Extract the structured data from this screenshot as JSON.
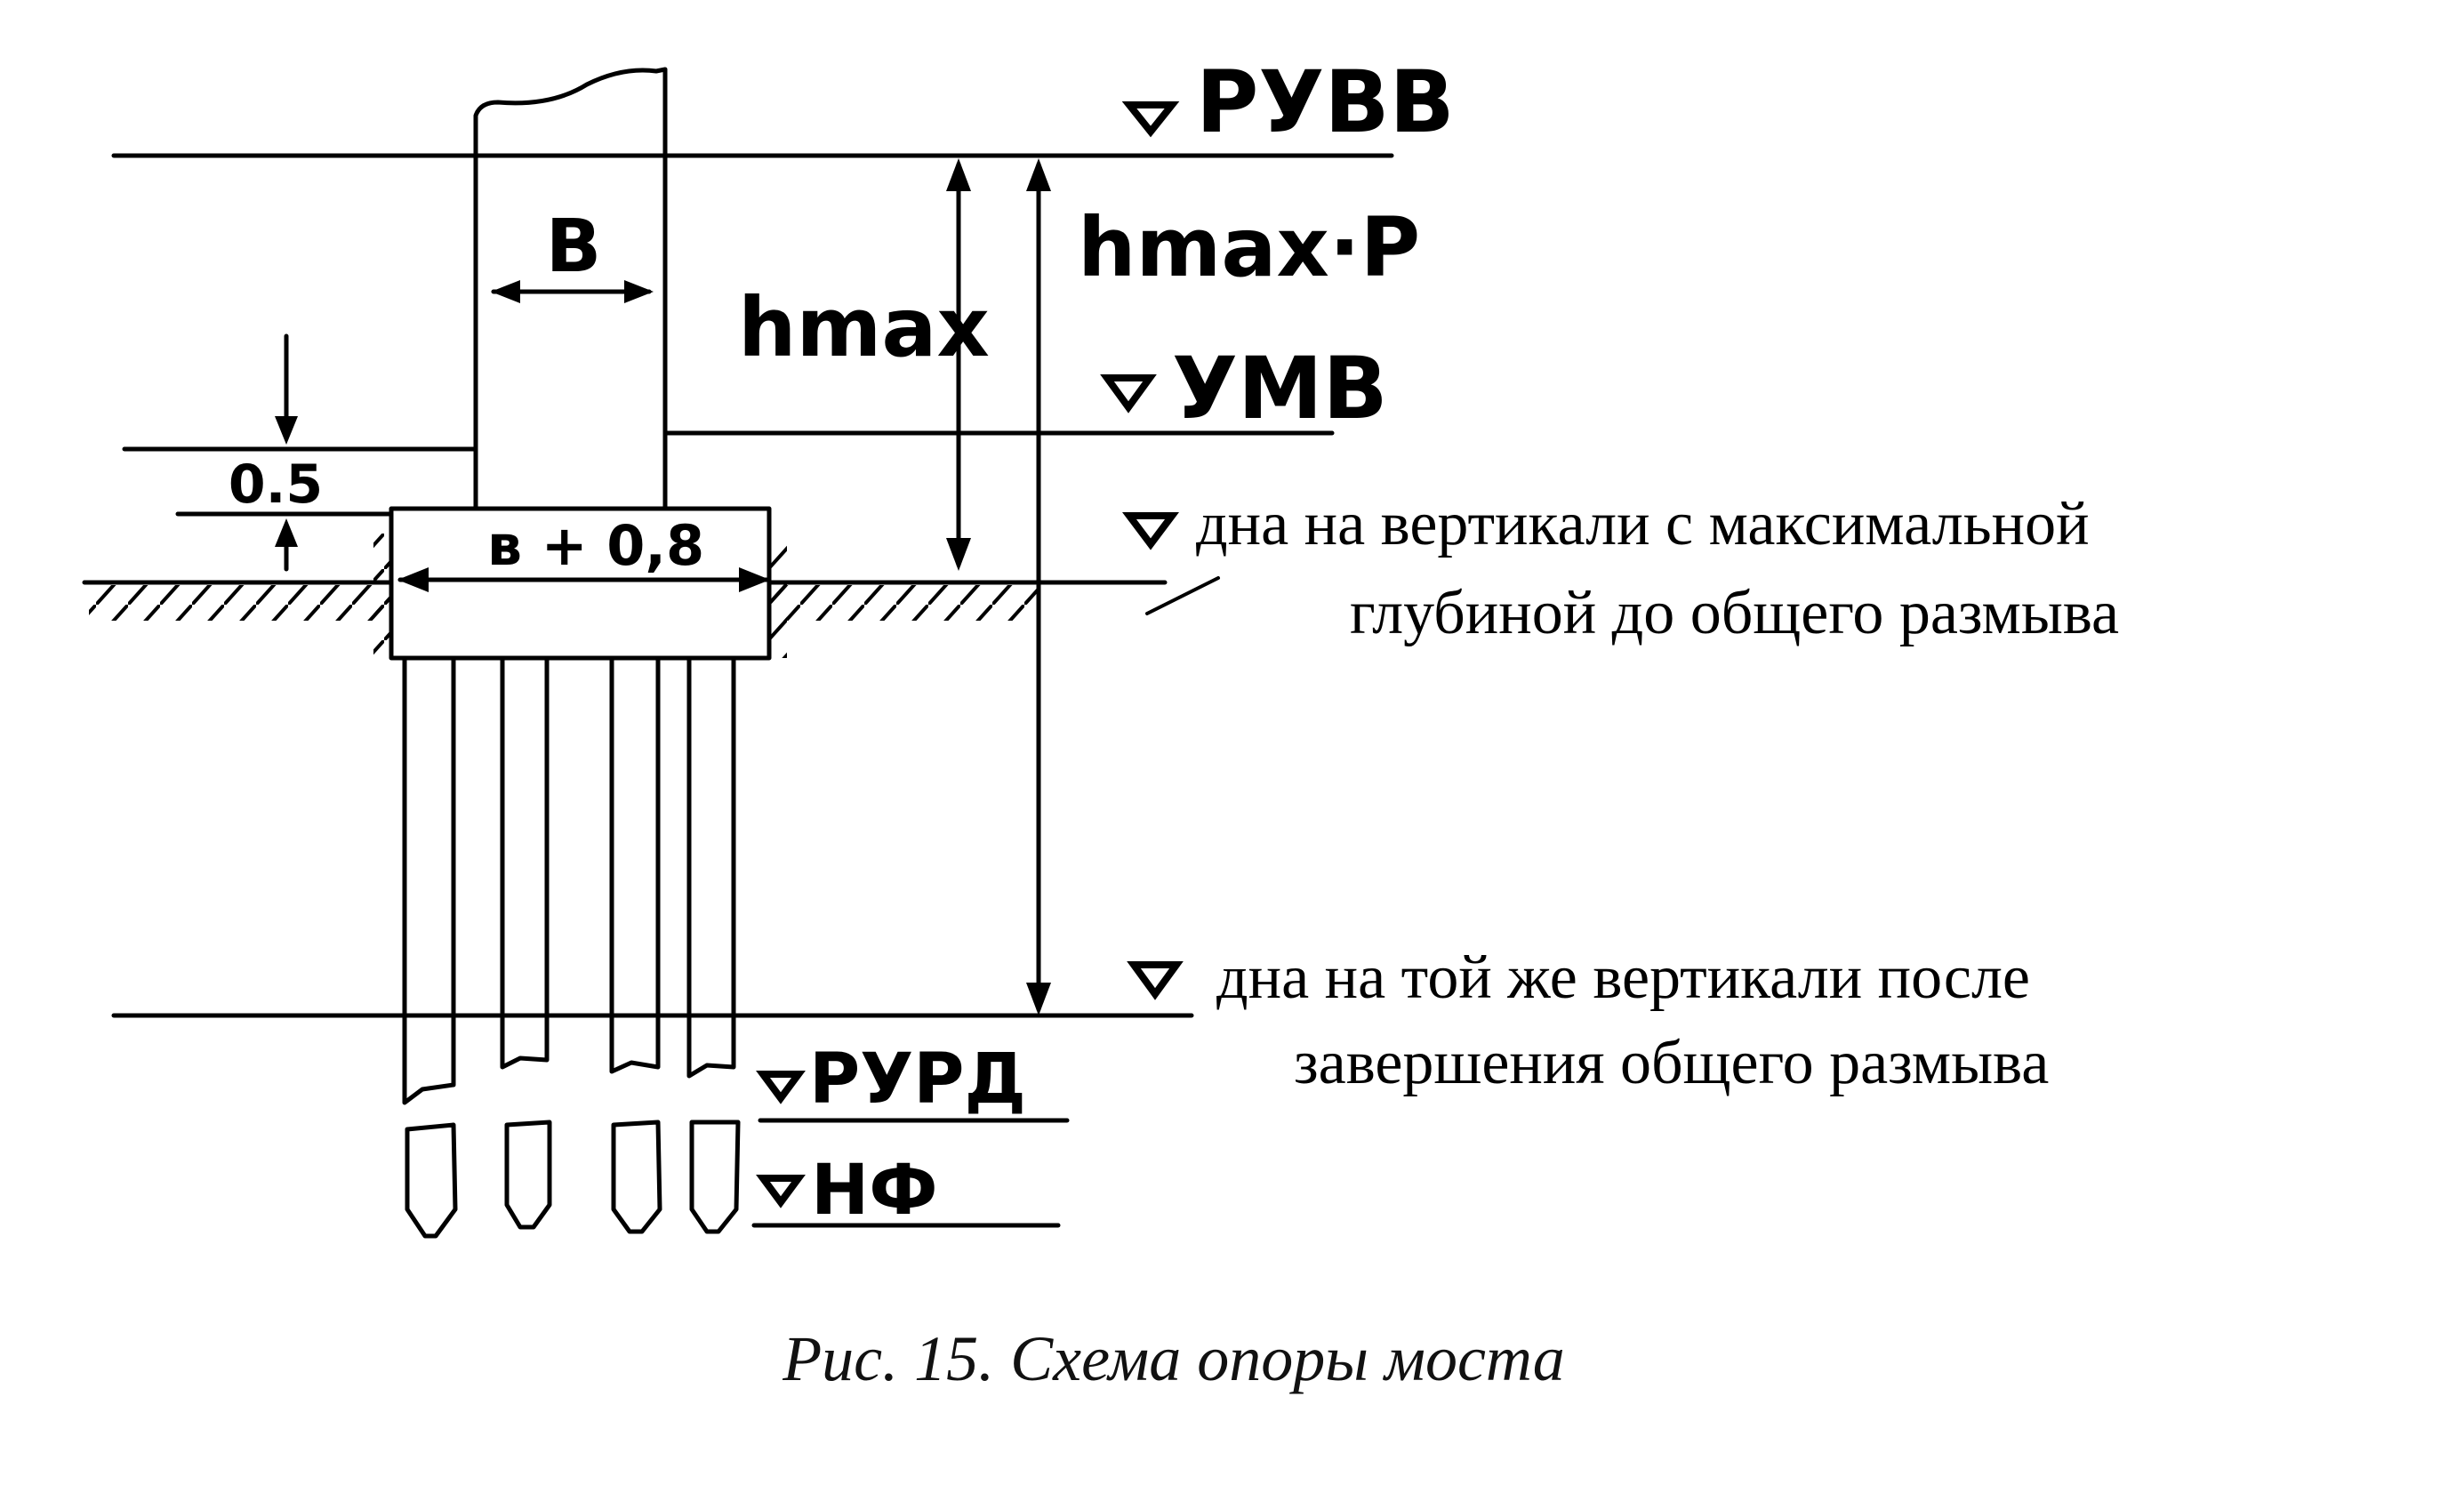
{
  "labels": {
    "ruvv": "РУВВ",
    "umv": "УМВ",
    "rurd": "РУРД",
    "nf": "НФ",
    "b": "B",
    "b_plus": "в + 0,8",
    "h_max": "hmax",
    "h_max_p": "hmax·P",
    "offset": "0.5"
  },
  "notes": {
    "bottom_max_depth_line1": "дна на вертикали  с максимальной",
    "bottom_max_depth_line2": "глубиной  до общего размыва",
    "bottom_after_line1": "дна на той же вертикали после",
    "bottom_after_line2": "завершения  общего размыва"
  },
  "caption": "Рис. 15. Схема опоры моста",
  "colors": {
    "ink": "#000000",
    "paper": "#ffffff"
  }
}
